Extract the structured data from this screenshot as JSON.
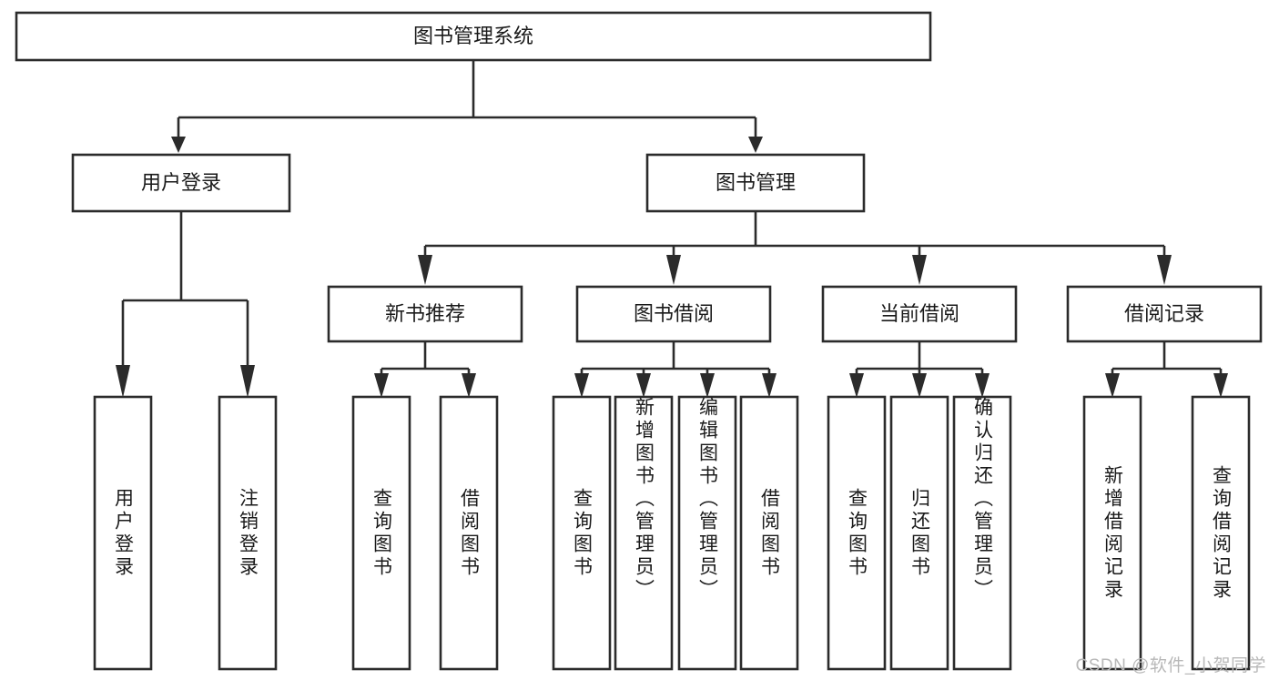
{
  "diagram": {
    "type": "hierarchy-tree",
    "title": "图书管理系统",
    "watermark": "CSDN @软件_小贺同学",
    "levels": {
      "root": {
        "label": "图书管理系统"
      },
      "level2": [
        {
          "label": "用户登录"
        },
        {
          "label": "图书管理"
        }
      ],
      "level3": [
        {
          "label": "新书推荐"
        },
        {
          "label": "图书借阅"
        },
        {
          "label": "当前借阅"
        },
        {
          "label": "借阅记录"
        }
      ]
    },
    "leaves": {
      "user_login": [
        {
          "label": "用户登录"
        },
        {
          "label": "注销登录"
        }
      ],
      "new_book_recommend": [
        {
          "label": "查询图书"
        },
        {
          "label": "借阅图书"
        }
      ],
      "book_borrow": [
        {
          "label": "查询图书"
        },
        {
          "label": "新增图书（管理员）"
        },
        {
          "label": "编辑图书（管理员）"
        },
        {
          "label": "借阅图书"
        }
      ],
      "current_borrow": [
        {
          "label": "查询图书"
        },
        {
          "label": "归还图书"
        },
        {
          "label": "确认归还（管理员）"
        }
      ],
      "borrow_record": [
        {
          "label": "新增借阅记录"
        },
        {
          "label": "查询借阅记录"
        }
      ]
    },
    "colors": {
      "box_stroke": "#2b2b2b",
      "box_fill": "#ffffff",
      "text": "#1a1a1a",
      "watermark": "#b8b8b8",
      "background": "#ffffff"
    }
  }
}
